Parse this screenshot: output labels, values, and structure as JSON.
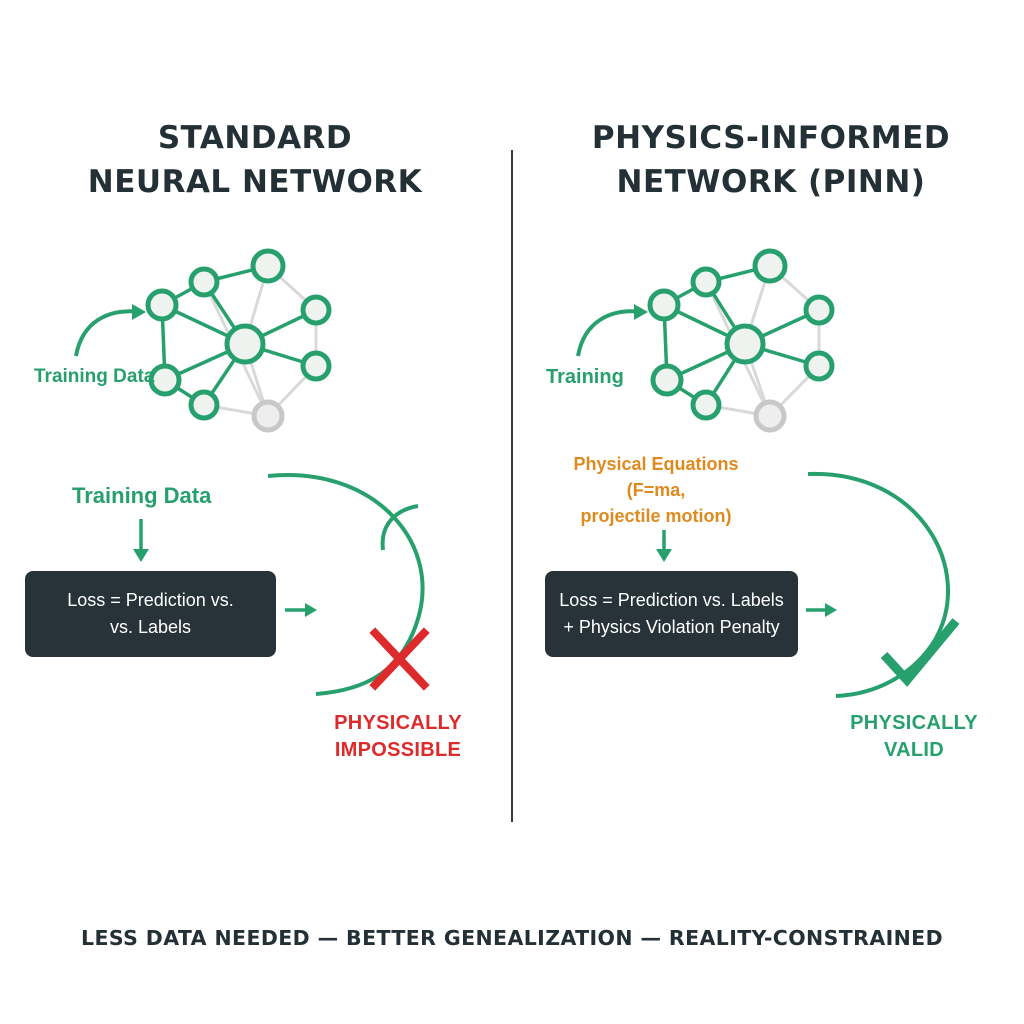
{
  "left": {
    "title_lines": [
      "STANDARD",
      "NEURAL NETWORK"
    ],
    "network_input_label": "Training Data",
    "input_label": "Training Data",
    "loss_lines": [
      "Loss = Prediction vs.",
      "vs. Labels"
    ],
    "verdict_lines": [
      "PHYSICALLY",
      "IMPOSSIBLE"
    ]
  },
  "right": {
    "title_lines": [
      "PHYSICS-INFORMED",
      "NETWORK (PINN)"
    ],
    "network_input_label": "Training",
    "equations_lines": [
      "Physical Equations",
      "(F=ma,",
      "projectile motion)"
    ],
    "loss_lines": [
      "Loss = Prediction vs. Labels",
      "+ Physics Violation Penalty"
    ],
    "verdict_lines": [
      "PHYSICALLY",
      "VALID"
    ]
  },
  "footer": "LESS DATA NEEDED — BETTER GENEALIZATION — REALITY-CONSTRAINED",
  "colors": {
    "green": "#27a06e",
    "orange": "#e08a1e",
    "red": "#dd2b2b",
    "dark": "#273239",
    "inactive_node": "#c8c8c8"
  },
  "icons": {
    "left_result": "cross-mark-icon",
    "right_result": "check-mark-icon"
  }
}
